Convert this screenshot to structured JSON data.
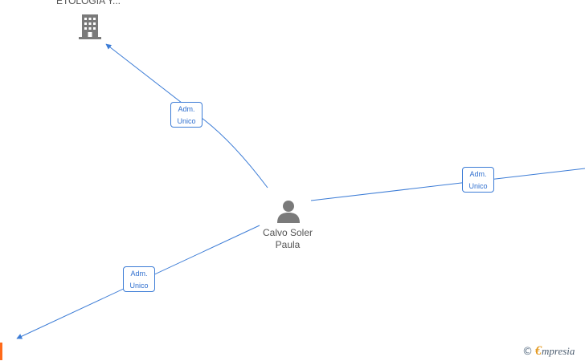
{
  "nodes": {
    "company_top": {
      "label": "ETOLOGIA Y...",
      "icon": "building-icon"
    },
    "person": {
      "name_line1": "Calvo Soler",
      "name_line2": "Paula",
      "icon": "person-icon"
    }
  },
  "relations": [
    {
      "line1": "Adm.",
      "line2": "Unico"
    },
    {
      "line1": "Adm.",
      "line2": "Unico"
    },
    {
      "line1": "Adm.",
      "line2": "Unico"
    }
  ],
  "watermark": {
    "copyright_symbol": "©",
    "brand_initial": "€",
    "brand_rest": "mpresia"
  },
  "colors": {
    "edge": "#3c7cd6",
    "icon": "#7a7a7a",
    "accent": "#ff6a1a",
    "brand_initial": "#e49a22"
  }
}
